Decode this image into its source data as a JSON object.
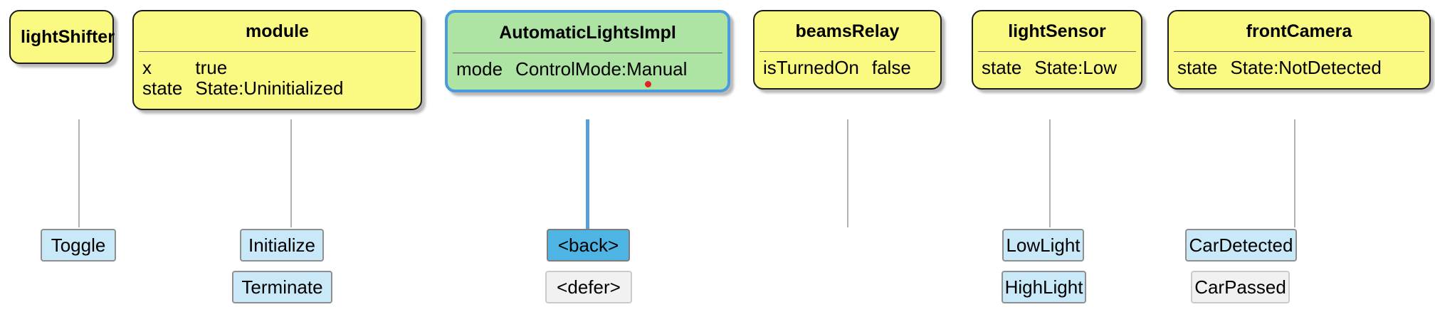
{
  "objects": [
    {
      "title": "lightShifter",
      "attributes": [],
      "buttons": [
        {
          "label": "Toggle",
          "state": "enabled"
        }
      ]
    },
    {
      "title": "module",
      "attributes": [
        {
          "name": "x",
          "value": "true"
        },
        {
          "name": "state",
          "value": "State:Uninitialized"
        }
      ],
      "buttons": [
        {
          "label": "Initialize",
          "state": "enabled"
        },
        {
          "label": "Terminate",
          "state": "enabled"
        }
      ]
    },
    {
      "title": "AutomaticLightsImpl",
      "attributes": [
        {
          "name": "mode",
          "value": "ControlMode:Manual"
        }
      ],
      "active": true,
      "has_pending_message": true,
      "buttons": [
        {
          "label": "<back>",
          "state": "selected"
        },
        {
          "label": "<defer>",
          "state": "idle"
        }
      ]
    },
    {
      "title": "beamsRelay",
      "attributes": [
        {
          "name": "isTurnedOn",
          "value": "false"
        }
      ],
      "buttons": []
    },
    {
      "title": "lightSensor",
      "attributes": [
        {
          "name": "state",
          "value": "State:Low"
        }
      ],
      "buttons": [
        {
          "label": "LowLight",
          "state": "enabled"
        },
        {
          "label": "HighLight",
          "state": "enabled"
        }
      ]
    },
    {
      "title": "frontCamera",
      "attributes": [
        {
          "name": "state",
          "value": "State:NotDetected"
        }
      ],
      "buttons": [
        {
          "label": "CarDetected",
          "state": "enabled"
        },
        {
          "label": "CarPassed",
          "state": "idle"
        }
      ]
    }
  ],
  "colors": {
    "object_fill": "#fafa82",
    "object_border": "#1c1c1c",
    "active_object_fill": "#ade4a4",
    "active_object_border": "#4a9ade",
    "lifeline": "#b3b3b3",
    "active_lifeline": "#569fd9",
    "button_fill": "#c9e9f8",
    "selected_button_fill": "#4db4e3",
    "idle_button_fill": "#f1f1f1",
    "pending_message_dot": "#e02222"
  }
}
